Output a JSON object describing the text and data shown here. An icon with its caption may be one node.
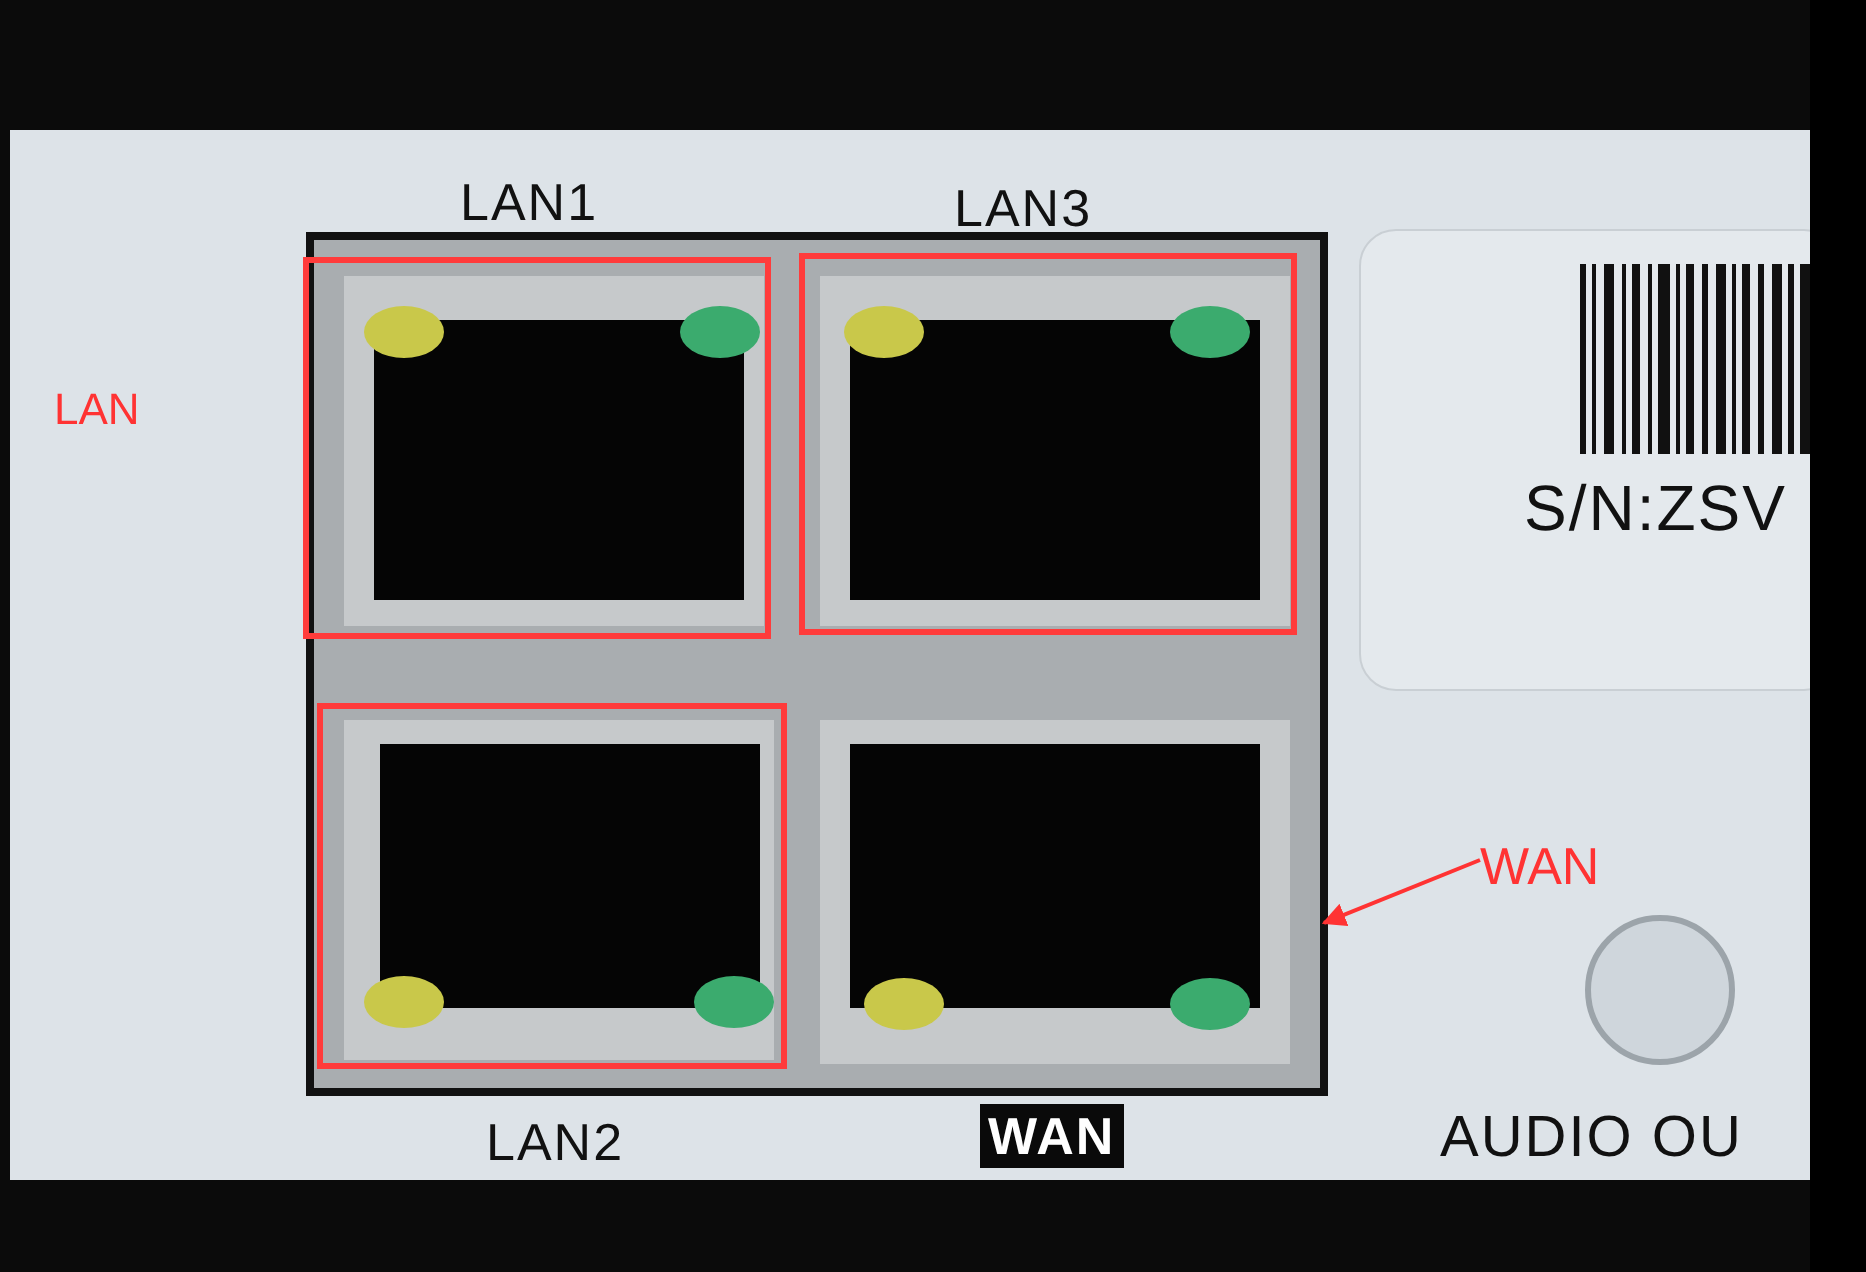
{
  "diagram": {
    "nodes": [
      {
        "text": [
          "WAN"
        ]
      },
      {
        "text": [],
        "shape": "box"
      }
    ],
    "edges": [
      {
        "from": 0,
        "to": 1,
        "arrow": "to",
        "color": "#ff3333"
      }
    ],
    "labels": [
      "LAN1",
      "LAN3",
      "LAN",
      "S/N:ZSV",
      "LAN2",
      "WAN",
      "AUDIO OU"
    ]
  }
}
